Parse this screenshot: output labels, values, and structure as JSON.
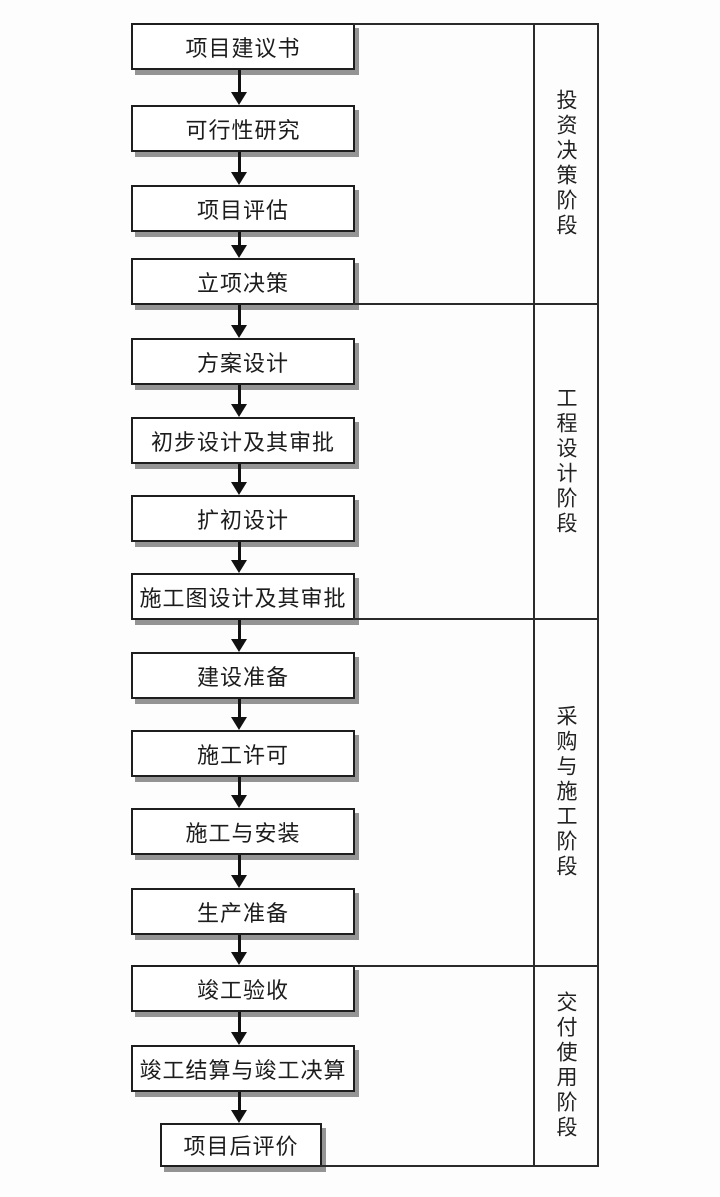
{
  "flowchart": {
    "phases": [
      {
        "label": "投资决策阶段",
        "steps": [
          "项目建议书",
          "可行性研究",
          "项目评估",
          "立项决策"
        ]
      },
      {
        "label": "工程设计阶段",
        "steps": [
          "方案设计",
          "初步设计及其审批",
          "扩初设计",
          "施工图设计及其审批"
        ]
      },
      {
        "label": "采购与施工阶段",
        "steps": [
          "建设准备",
          "施工许可",
          "施工与安装",
          "生产准备"
        ]
      },
      {
        "label": "交付使用阶段",
        "steps": [
          "竣工验收",
          "竣工结算与竣工决算",
          "项目后评价"
        ]
      }
    ],
    "colors": {
      "line": "#2b2b2b",
      "box_border": "#1e1e1e",
      "shadow": "#949494",
      "arrow": "#111111"
    }
  }
}
